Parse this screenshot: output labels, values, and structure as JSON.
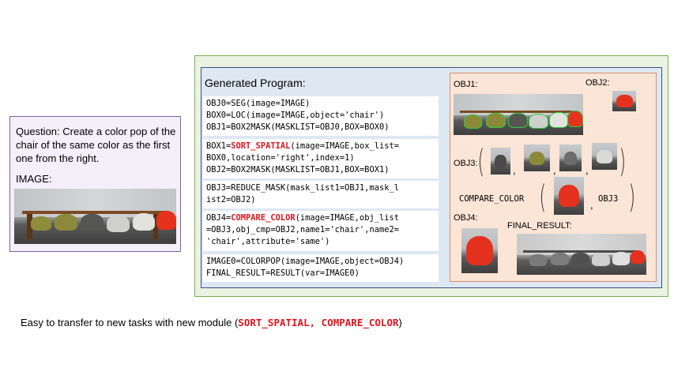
{
  "question": {
    "text": "Question: Create a color pop of the chair of the same color as the first one from the right.",
    "image_label": "IMAGE:"
  },
  "program": {
    "title": "Generated Program:",
    "blocks": [
      {
        "lines": [
          "OBJ0=SEG(image=IMAGE)",
          "BOX0=LOC(image=IMAGE,object='chair')",
          "OBJ1=BOX2MASK(MASKLIST=OBJ0,BOX=BOX0)"
        ]
      },
      {
        "pre": "BOX1=",
        "keyword": "SORT_SPATIAL",
        "post": "(image=IMAGE,box_list=",
        "lines": [
          "BOX0,location='right',index=1)",
          "OBJ2=BOX2MASK(MASKLIST=OBJ1,BOX=BOX1)"
        ]
      },
      {
        "lines": [
          "OBJ3=REDUCE_MASK(mask_list1=OBJ1,mask_l",
          "ist2=OBJ2)"
        ]
      },
      {
        "pre": "OBJ4=",
        "keyword": "COMPARE_COLOR",
        "post": "(image=IMAGE,obj_list",
        "lines": [
          "=OBJ3,obj_cmp=OBJ2,name1='chair',name2=",
          "'chair',attribute='same')"
        ]
      },
      {
        "lines": [
          "IMAGE0=COLORPOP(image=IMAGE,object=OBJ4)",
          "FINAL_RESULT=RESULT(var=IMAGE0)"
        ]
      }
    ]
  },
  "results": {
    "obj1_label": "OBJ1:",
    "obj2_label": "OBJ2:",
    "obj3_label": "OBJ3:",
    "compare_label": "COMPARE_COLOR",
    "compare_arg": "OBJ3",
    "obj4_label": "OBJ4:",
    "final_label": "FINAL_RESULT:",
    "comma": ","
  },
  "footer": {
    "prefix": "Easy to transfer to new tasks with new module (",
    "module1": "SORT_SPATIAL",
    "separator": ", ",
    "module2": "COMPARE_COLOR",
    "suffix": ")"
  },
  "colors": {
    "keyword": "#e0141e",
    "red_chair": "#e4321e",
    "olive_chair": "#8c8a3a",
    "gray_chair": "#6c6c6c",
    "dark_chair": "#4a4a48",
    "white_chair": "#d9d9d6"
  }
}
